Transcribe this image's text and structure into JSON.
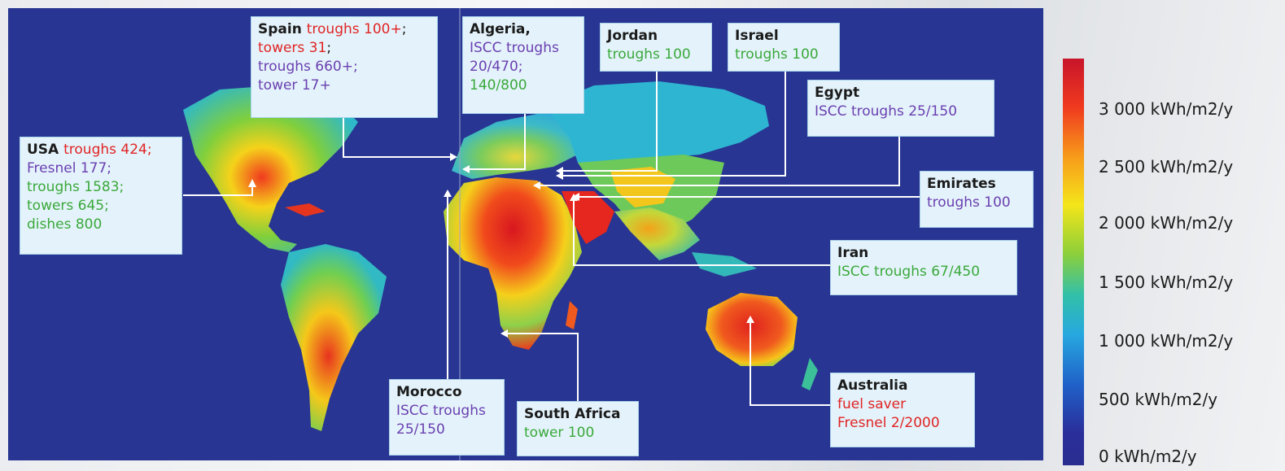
{
  "callouts": {
    "usa": [
      {
        "text": "USA ",
        "color": "dark"
      },
      {
        "text": "troughs 424;",
        "color": "red"
      },
      {
        "text": "Fresnel 177;",
        "color": "purple",
        "br": true
      },
      {
        "text": "troughs 1583;",
        "color": "green",
        "br": true
      },
      {
        "text": "towers 645;",
        "color": "green",
        "br": true
      },
      {
        "text": "dishes 800",
        "color": "green",
        "br": true
      }
    ],
    "spain": [
      {
        "text": "Spain ",
        "color": "dark"
      },
      {
        "text": "troughs 100+",
        "color": "red"
      },
      {
        "text": ";",
        "color": "plain"
      },
      {
        "text": "towers 31",
        "color": "red",
        "br": true
      },
      {
        "text": ";",
        "color": "plain"
      },
      {
        "text": "troughs 660+;",
        "color": "purple",
        "br": true
      },
      {
        "text": "tower 17+",
        "color": "purple",
        "br": true
      }
    ],
    "algeria": [
      {
        "text": "Algeria,",
        "color": "dark"
      },
      {
        "text": "ISCC troughs",
        "color": "purple",
        "br": true
      },
      {
        "text": "20/470;",
        "color": "purple",
        "br": true
      },
      {
        "text": "140/800",
        "color": "green",
        "br": true
      }
    ],
    "jordan": [
      {
        "text": "Jordan",
        "color": "dark"
      },
      {
        "text": "troughs 100",
        "color": "green",
        "br": true
      }
    ],
    "israel": [
      {
        "text": "Israel",
        "color": "dark"
      },
      {
        "text": "troughs 100",
        "color": "green",
        "br": true
      }
    ],
    "egypt": [
      {
        "text": "Egypt",
        "color": "dark"
      },
      {
        "text": "ISCC troughs 25/150",
        "color": "purple",
        "br": true
      }
    ],
    "emirates": [
      {
        "text": "Emirates",
        "color": "dark"
      },
      {
        "text": "troughs 100",
        "color": "purple",
        "br": true
      }
    ],
    "iran": [
      {
        "text": "Iran",
        "color": "dark"
      },
      {
        "text": "ISCC troughs 67/450",
        "color": "green",
        "br": true
      }
    ],
    "morocco": [
      {
        "text": "Morocco",
        "color": "dark"
      },
      {
        "text": "ISCC troughs",
        "color": "purple",
        "br": true
      },
      {
        "text": "25/150",
        "color": "purple",
        "br": true
      }
    ],
    "south_africa": [
      {
        "text": "South Africa",
        "color": "dark"
      },
      {
        "text": "tower 100",
        "color": "green",
        "br": true
      }
    ],
    "australia": [
      {
        "text": "Australia",
        "color": "dark"
      },
      {
        "text": "fuel saver",
        "color": "red",
        "br": true
      },
      {
        "text": "Fresnel 2/2000",
        "color": "red",
        "br": true
      }
    ]
  },
  "legend": {
    "labels": [
      "3 000 kWh/m2/y",
      "2 500 kWh/m2/y",
      "2 000 kWh/m2/y",
      "1 500 kWh/m2/y",
      "1 000 kWh/m2/y",
      "500 kWh/m2/y",
      "0 kWh/m2/y"
    ],
    "colors": [
      "#c8152a",
      "#f79a1a",
      "#f4e51a",
      "#33c0a8",
      "#27a7e0",
      "#1f62c8",
      "#2a2d8f"
    ]
  },
  "colors": {
    "ocean": "#283592",
    "callout_bg": "#e4f3fb",
    "red": "#e02424",
    "purple": "#6a3fb0",
    "green": "#3aa83a"
  }
}
